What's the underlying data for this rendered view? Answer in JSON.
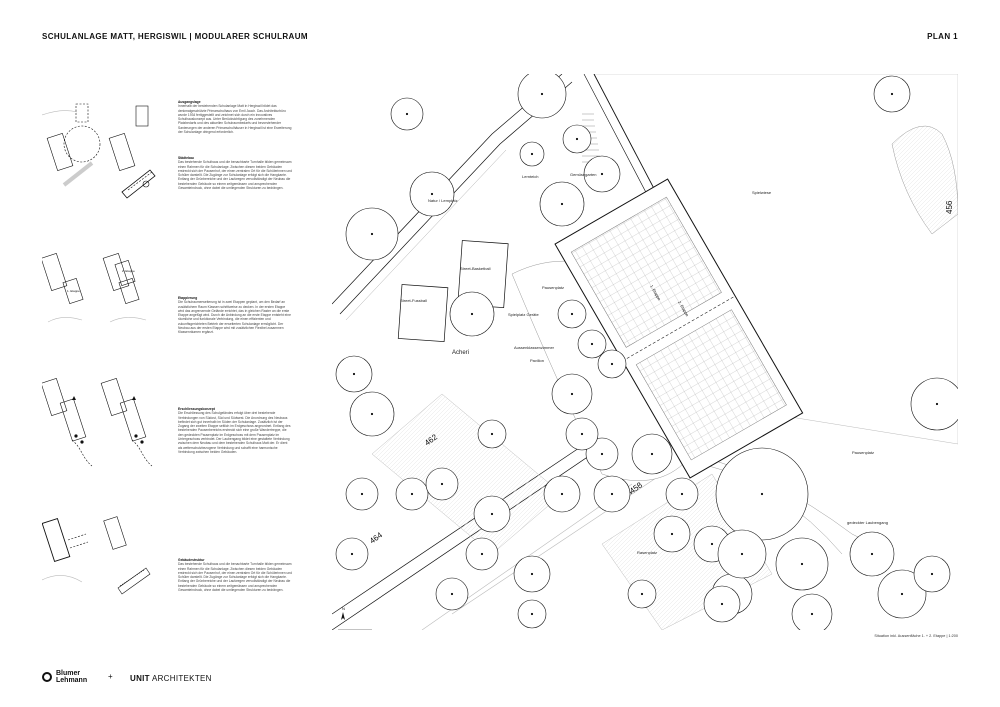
{
  "header": {
    "title": "SCHULANLAGE MATT, HERGISWIL | MODULARER SCHULRAUM",
    "plan": "PLAN 1"
  },
  "sections": [
    {
      "heading": "Ausgangslage",
      "body": "Innerhalb der bestehenden Schulanlage Matt in Hergiswil bildet das denkmalgeschützte Primarschulhaus von Emil Jauch. Das Architekturbüro wurde 1934 fertiggestellt und zeichnet sich durch ein innovatives Schulhauskonzept aus. Unter Berücksichtigung des zunehmenden Platzbedarfs und des aktuellen Schulraumbedarfs und bevorstehender Sanierungen der anderen Primarschulhäuser in Hergiswil ist eine Erweiterung der Schulanlage dringend erforderlich."
    },
    {
      "heading": "Städtebau",
      "body": "Das bestehende Schulhaus und die benachbarte Turnhalle bilden gemeinsam einen Rahmen für die Schulanlage. Zwischen diesen beiden Gebäuden erstreckt sich der Pausenhof, der einen zentralen Ort für die Schülerinnen und Schüler darstellt. Die Zugänge zur Schulanlage erfolgt sich die Hangkante. Entlang der Grünbereiche und der Laufwegen vervollständigt der Neubau die bestehenden Gebäude so einem zeitgemässen und ansprechenden Gesamteindruck, ohne dabei die umliegenden Strukturen zu bedrängen."
    },
    {
      "heading": "Etappierung",
      "body": "Die Schulraumerweiterung ist in zwei Etappen geplant, um den Bedarf an zusätzlichem Raum Klassen schrittweise zu decken. In der ersten Etappe wird das angrenzende Gelände errichtet, das in gleichen Raster an die erste Etappe angefügt wird. Durch die Anbindung an die erste Etappe entsteht eine räumliche und funktionale Verbindung, die einen effizienten und zukunftsgerichteten Betrieb der erweiterten Schulanlage ermöglicht. Der Neubau aus der ersten Etappe wird mit zusätzlichen Flexibel zusammen Klassenräumen ergänzt."
    },
    {
      "heading": "Erschliessungskonzept",
      "body": "Die Erschliessung des Schulgeländes erfolgt über drei bestehende Verbindungen von Südost, Süd und Südwest. Die Anordnung des Neubaus befindet sich gut innerhalb im Süden der Schulanlage. Zusätzlich ist der Zugang der zweiten Etappe seitlich im Erdgeschoss angeordnet. Entlang des bestehenden Pausenbereichs erstreckt sich eine große Wandertreppe, die den gedeckten Pausenplatz im Erdgeschoss mit dem Pausenplatz im Untergeschoss verbindet. Der Laubengang bildet eine gestaltete Verbindung zwischen dem Neubau und dem bestehenden Schulhaus Matt der. Er dient als wetterschutzbezogene Verbindung und schafft eine harmonische Verbindung zwischen beiden Gebäuden."
    },
    {
      "heading": "Gebäudestruktur",
      "body": "Das bestehende Schulhaus und die benachbarte Turnhalle bilden gemeinsam einen Rahmen für die Schulanlage. Zwischen diesen beiden Gebäuden erstreckt sich der Pausenhof, der einen zentralen Ort für die Schülerinnen und Schüler darstellt. Die Zugänge zur Schulanlage erfolgt sich die Hangkante. Entlang der Grünbereiche und der Laufwegen vervollständigt der Neubau die bestehenden Gebäude so einem zeitgemässen und ansprechenden Gesamteindruck, ohne dabei die umliegenden Strukturen zu bedrängen."
    }
  ],
  "diagrams": {
    "etappe_labels": [
      "1. Etappe",
      "2. Etappe"
    ]
  },
  "site": {
    "labels": {
      "street_basketball": "Street-Basketball",
      "street_fussball": "Street-Fussball",
      "pausenplatz_center": "Pausenplatz",
      "pausenplatz_east": "Pausenplatz",
      "spielwiese": "Spielwiese",
      "acheri": "Acheri",
      "pavillon": "Pavillon",
      "spielplatz": "Spielplatz Geräte",
      "aussenklassenzimmer": "Aussenklassenzimmer",
      "lernteich": "Lernteich",
      "naturlernplatz": "Natur / Lernplatz",
      "gemuesegarten": "Gemüsegarten",
      "rasenplatz": "Rasenplatz",
      "laubengang": "gedeckter Laubengang",
      "etappe1": "1. Etappe",
      "etappe2": "2. Etappe",
      "north": "N"
    },
    "contours": [
      "462",
      "458",
      "464",
      "456"
    ]
  },
  "caption": "Situation inkl. Aussenfläche 1. + 2. Etappe | 1:200",
  "footer": {
    "logo_blumer": "Blumer Lehmann",
    "plus": "+",
    "logo_unit": "UNIT",
    "logo_architekten": "ARCHITEKTEN"
  }
}
